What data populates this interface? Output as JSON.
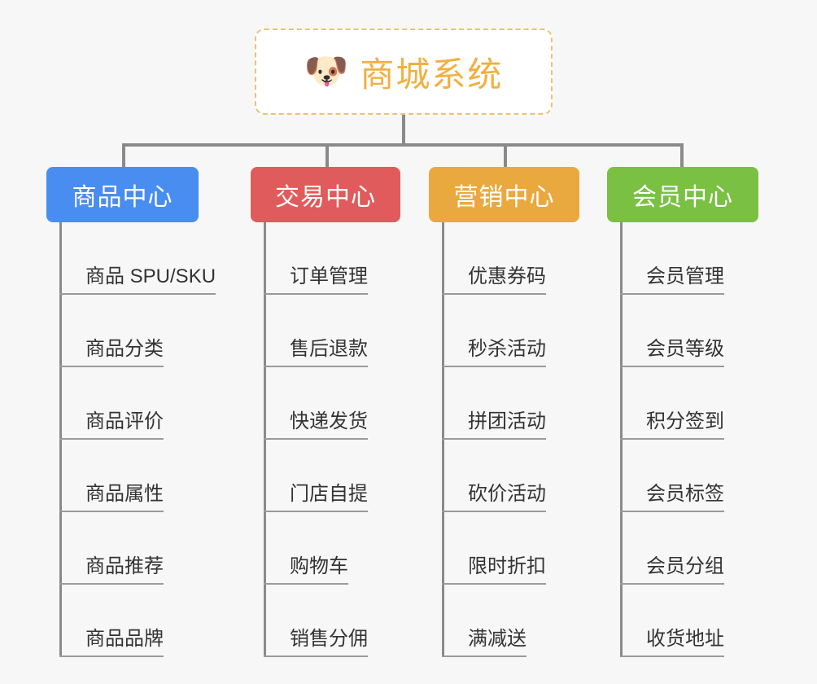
{
  "page": {
    "background_color": "#f7f7f7",
    "text_color": "#333333",
    "line_color": "#8a8a8a"
  },
  "root": {
    "icon": "shiba-dog-face-icon",
    "emoji": "🐶",
    "title": "商城系统",
    "accent_color": "#f0b040",
    "border_style": "dashed",
    "background": "#ffffff"
  },
  "columns": [
    {
      "id": "product-center",
      "label": "商品中心",
      "color": "#4a8df0",
      "items": [
        "商品 SPU/SKU",
        "商品分类",
        "商品评价",
        "商品属性",
        "商品推荐",
        "商品品牌"
      ]
    },
    {
      "id": "trade-center",
      "label": "交易中心",
      "color": "#e05b5b",
      "items": [
        "订单管理",
        "售后退款",
        "快递发货",
        "门店自提",
        "购物车",
        "销售分佣"
      ]
    },
    {
      "id": "marketing-center",
      "label": "营销中心",
      "color": "#eaa93f",
      "items": [
        "优惠券码",
        "秒杀活动",
        "拼团活动",
        "砍价活动",
        "限时折扣",
        "满减送"
      ]
    },
    {
      "id": "member-center",
      "label": "会员中心",
      "color": "#7ac143",
      "items": [
        "会员管理",
        "会员等级",
        "积分签到",
        "会员标签",
        "会员分组",
        "收货地址"
      ]
    }
  ]
}
